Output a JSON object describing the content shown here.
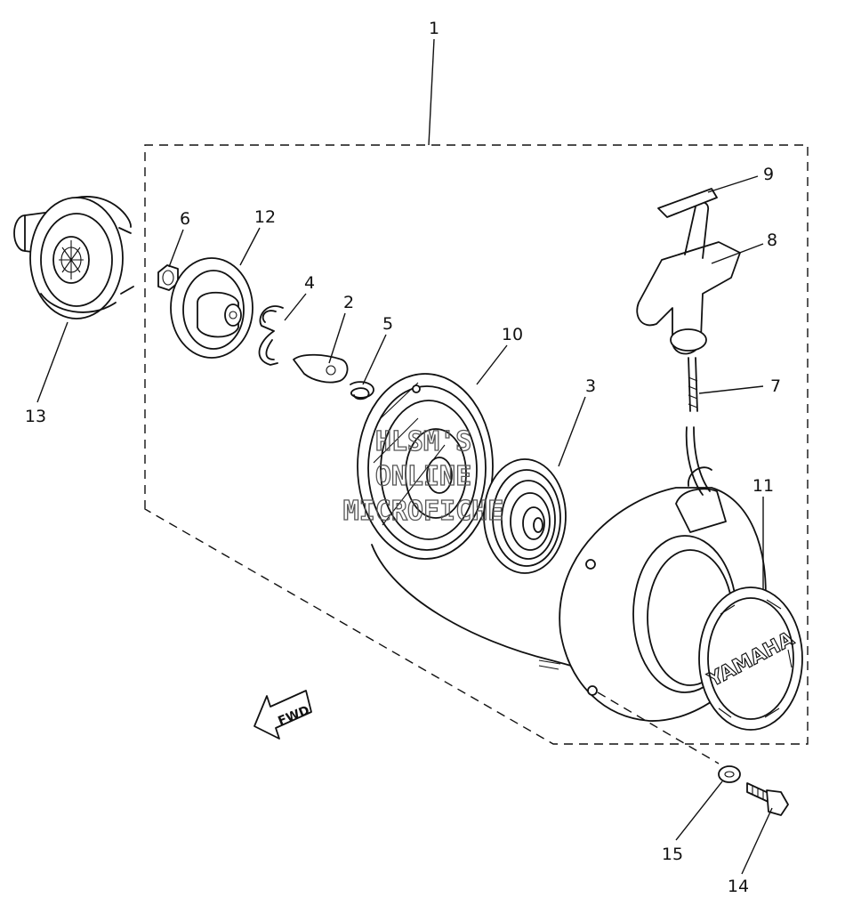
{
  "watermark": {
    "line1": "HLSM'S",
    "line2": "ONLINE",
    "line3": "MICROFICHE"
  },
  "direction_arrow": {
    "label": "FWD"
  },
  "cover_branding": "YAMAHA",
  "callouts": [
    {
      "id": "1",
      "label": "1",
      "part": "assembly"
    },
    {
      "id": "2",
      "label": "2",
      "part": "pawl"
    },
    {
      "id": "3",
      "label": "3",
      "part": "recoil-spring"
    },
    {
      "id": "4",
      "label": "4",
      "part": "clip"
    },
    {
      "id": "5",
      "label": "5",
      "part": "pawl-spring"
    },
    {
      "id": "6",
      "label": "6",
      "part": "nut"
    },
    {
      "id": "7",
      "label": "7",
      "part": "starter-rope"
    },
    {
      "id": "8",
      "label": "8",
      "part": "handle"
    },
    {
      "id": "9",
      "label": "9",
      "part": "handle-cap"
    },
    {
      "id": "10",
      "label": "10",
      "part": "rope-pulley"
    },
    {
      "id": "11",
      "label": "11",
      "part": "emblem-cover"
    },
    {
      "id": "12",
      "label": "12",
      "part": "drive-plate"
    },
    {
      "id": "13",
      "label": "13",
      "part": "starter-pulley"
    },
    {
      "id": "14",
      "label": "14",
      "part": "bolt"
    },
    {
      "id": "15",
      "label": "15",
      "part": "washer"
    }
  ]
}
